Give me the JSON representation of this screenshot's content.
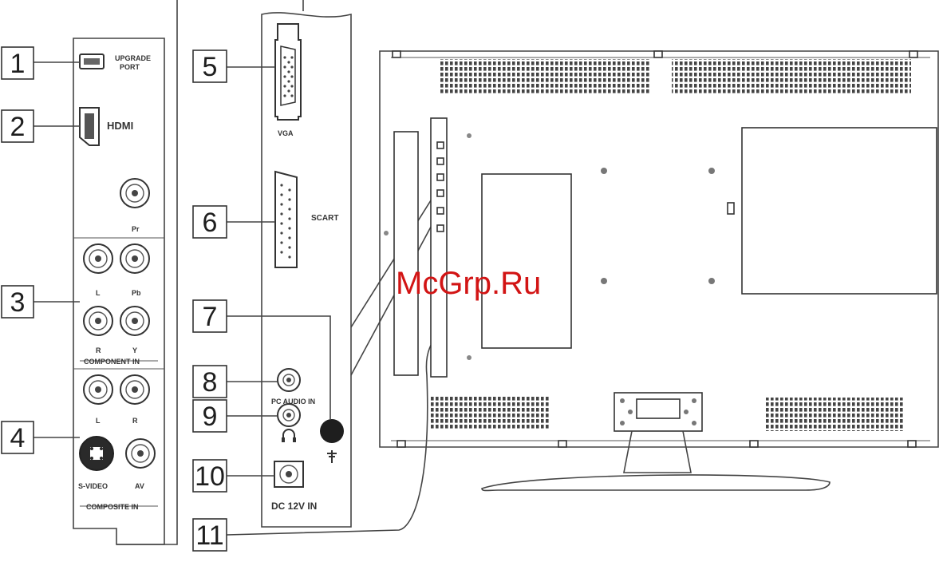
{
  "callouts": [
    "1",
    "2",
    "3",
    "4",
    "5",
    "6",
    "7",
    "8",
    "9",
    "10",
    "11"
  ],
  "labels": {
    "upgrade_line1": "UPGRADE",
    "upgrade_line2": "PORT",
    "hdmi": "HDMI",
    "pr": "Pr",
    "pb": "Pb",
    "l": "L",
    "r": "R",
    "y": "Y",
    "component_in": "COMPONENT IN",
    "svideo": "S-VIDEO",
    "av": "AV",
    "composite_in": "COMPOSITE IN",
    "vga": "VGA",
    "scart": "SCART",
    "pc_audio_in": "PC AUDIO IN",
    "dc_in": "DC 12V IN"
  },
  "watermark": "McGrp.Ru",
  "colors": {
    "watermark": "#d21414",
    "lines": "#444444"
  }
}
